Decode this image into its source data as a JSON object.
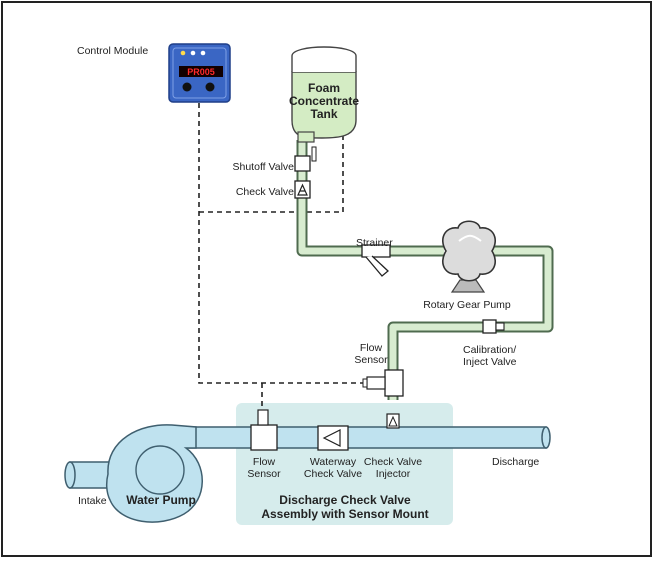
{
  "labels": {
    "control_module": "Control Module",
    "display_readout": "PR005",
    "tank": [
      "Foam",
      "Concentrate",
      "Tank"
    ],
    "shutoff_valve": "Shutoff Valve",
    "check_valve": "Check Valve",
    "strainer": "Strainer",
    "rotary_gear_pump": "Rotary Gear Pump",
    "flow_sensor_upper": [
      "Flow",
      "Sensor"
    ],
    "calibration_valve": [
      "Calibration/",
      "Inject Valve"
    ],
    "flow_sensor_lower": [
      "Flow",
      "Sensor"
    ],
    "waterway_check_valve": [
      "Waterway",
      "Check Valve"
    ],
    "check_valve_injector": [
      "Check Valve",
      "Injector"
    ],
    "discharge": "Discharge",
    "intake": "Intake",
    "water_pump": "Water Pump",
    "assembly": [
      "Discharge Check Valve",
      "Assembly with Sensor Mount"
    ]
  },
  "colors": {
    "pipe_fill": "#d8ecd0",
    "pipe_stroke": "#4f6b4f",
    "water_fill": "#bfe2ef",
    "assembly_bg": "#d6ecec",
    "module_blue": "#3a66c4",
    "display_red": "#ff2a2a"
  }
}
